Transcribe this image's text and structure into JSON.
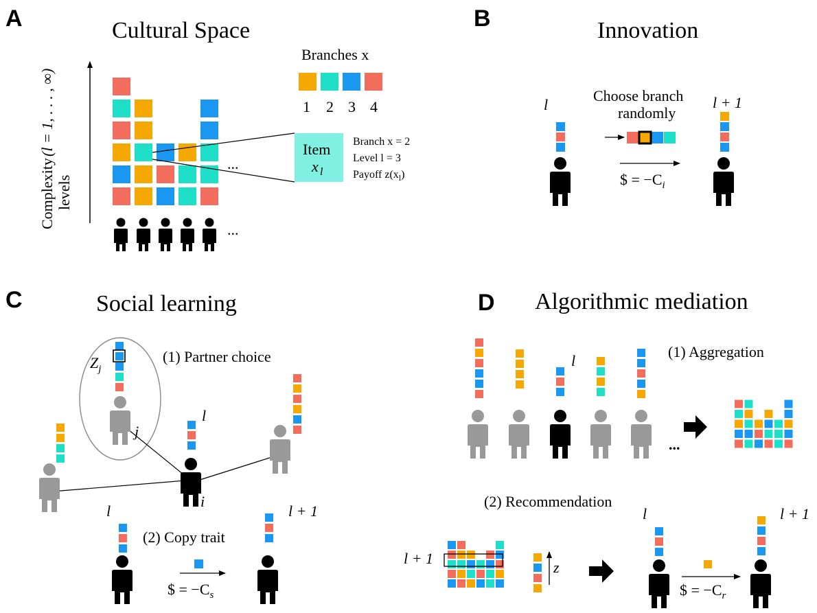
{
  "colors": {
    "orange": "#f5a800",
    "teal": "#1ee0c9",
    "blue": "#1a97f0",
    "red": "#f26d5b",
    "item_box": "#7ff0e2",
    "person_black": "#000000",
    "person_gray": "#999999"
  },
  "panels": {
    "A": {
      "letter": "A",
      "title": "Cultural Space",
      "y_axis_label_1": "Complexity",
      "y_axis_label_2": "levels",
      "y_axis_range": "(l = 1, . . . , ∞)",
      "branches_title": "Branches x",
      "branch_numbers": [
        "1",
        "2",
        "3",
        "4"
      ],
      "item_label": "Item",
      "item_symbol": "x",
      "item_subscript": "l",
      "item_branch": "Branch x = 2",
      "item_level": "Level l = 3",
      "item_payoff": "Payoff z(x",
      "item_payoff_sub": "l",
      "item_payoff_end": ")",
      "ellipsis": "..."
    },
    "B": {
      "letter": "B",
      "title": "Innovation",
      "label_l": "l",
      "label_l_plus_1": "l + 1",
      "choose_line1": "Choose branch",
      "choose_line2": "randomly",
      "cost_label": "$ = −C",
      "cost_sub": "i"
    },
    "C": {
      "letter": "C",
      "title": "Social learning",
      "partner_choice": "(1) Partner choice",
      "copy_trait": "(2) Copy trait",
      "Z_label": "Z",
      "Z_sub": "j",
      "j_label": "j",
      "i_label": "i",
      "label_l": "l",
      "label_l_plus_1": "l + 1",
      "cost_label": "$ = −C",
      "cost_sub": "s"
    },
    "D": {
      "letter": "D",
      "title": "Algorithmic mediation",
      "aggregation": "(1) Aggregation",
      "recommendation": "(2) Recommendation",
      "label_l": "l",
      "label_l_plus_1": "l + 1",
      "z_label": "z",
      "ellipsis": "...",
      "cost_label": "$ = −C",
      "cost_sub": "r"
    }
  }
}
